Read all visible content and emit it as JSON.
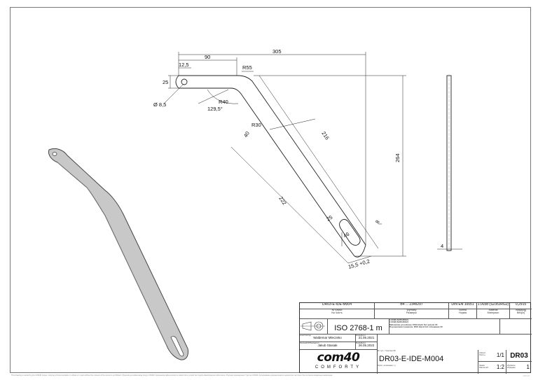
{
  "drawing": {
    "dims": {
      "d305": "305",
      "d90": "90",
      "d12_5": "12,5",
      "d25": "25",
      "r55": "R55",
      "hole": "Ø 8,5",
      "r40": "R40",
      "angle": "129,5°",
      "r30": "R30",
      "d40": "40",
      "d216": "216",
      "d264": "264",
      "d222": "222",
      "d25b": "25",
      "d8": "8",
      "d46": "46",
      "d15": "15,5 +0,2",
      "thick": "4"
    }
  },
  "title_block": {
    "part_no": "DR03-E-IDE-M004",
    "size": "B4 ... 234x297",
    "standard": "DIN EN 10051",
    "material_code": "1.0038 (S235JRG2)",
    "weight_val": "0,2915",
    "part_label": "Nr części\nNo Часть",
    "dims_label": "Wymiary\nРазмеры",
    "norm_label": "Norma\nНорма",
    "mat_label": "Materiał\nМатериал",
    "weight_label": "Waga[kg]\nВес[кг]",
    "general_tol": "ISO 2768-1 m",
    "material_row1": "1.0038 (S235JRG2)",
    "material_row2": "1.0038 (S235JRG2)",
    "coating_row1": "Malowanie proszkowe: RSS black №1 połysk 30",
    "coating_row2": "Порошковая покраска: RSS black №1 глянцевая 30",
    "author_label": "Autor/Автор",
    "author": "Waldemar Mleczeko",
    "date_label": "Data/Дата",
    "date1": "21.05.2021",
    "checked_label": "Sprawdził/Проверил",
    "checker": "Jakub Stasiak",
    "date2": "26.05.2022",
    "logo_main": "com40",
    "logo_sub": "COMFORTY",
    "drawing_no_label": "Nr rys. / Чертеж №",
    "drawing_no": "DR03-E-IDE-M004",
    "drawing_sub": "Opis / описание / у",
    "sheet_label": "Arkusz\nЛисты",
    "sheet": "1/1",
    "scale_label": "Skala\nМасштаб",
    "scale": "1:2",
    "rev_label": "Wydanie\nИздание",
    "rev": "1",
    "code": "DR03"
  },
  "footer": {
    "notice": "This drawing is owned by the COM40 Group. Copying of documentation in whole or in part without the consent of the owner is prohibited / Rysunek jest własnością Grupy COM40. Kopiowanie dokumentacji w całości lub w części bez zgody właściciela jest zabronione / Рисунок принадлежит Группе COM40. Копирование документации в целом или частично без согласия владельца запрещено",
    "watermark": "ARIUM"
  }
}
